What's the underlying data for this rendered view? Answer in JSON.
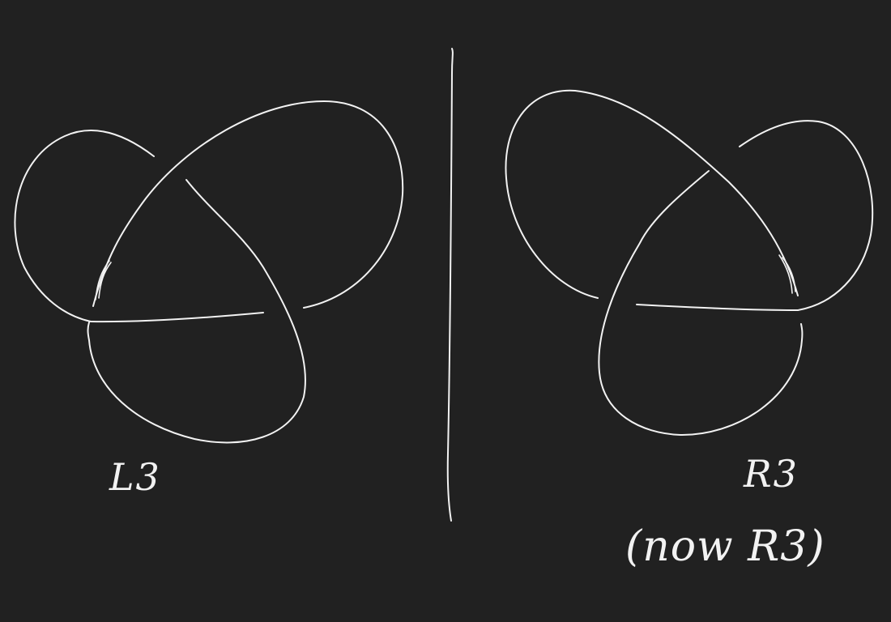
{
  "left_knot": {
    "label": "L3"
  },
  "right_knot": {
    "label": "R3",
    "note": "(now R3)"
  },
  "divider": {
    "style": "hand-drawn vertical line"
  },
  "colors": {
    "background": "#212121",
    "ink": "#f2f2f2"
  }
}
